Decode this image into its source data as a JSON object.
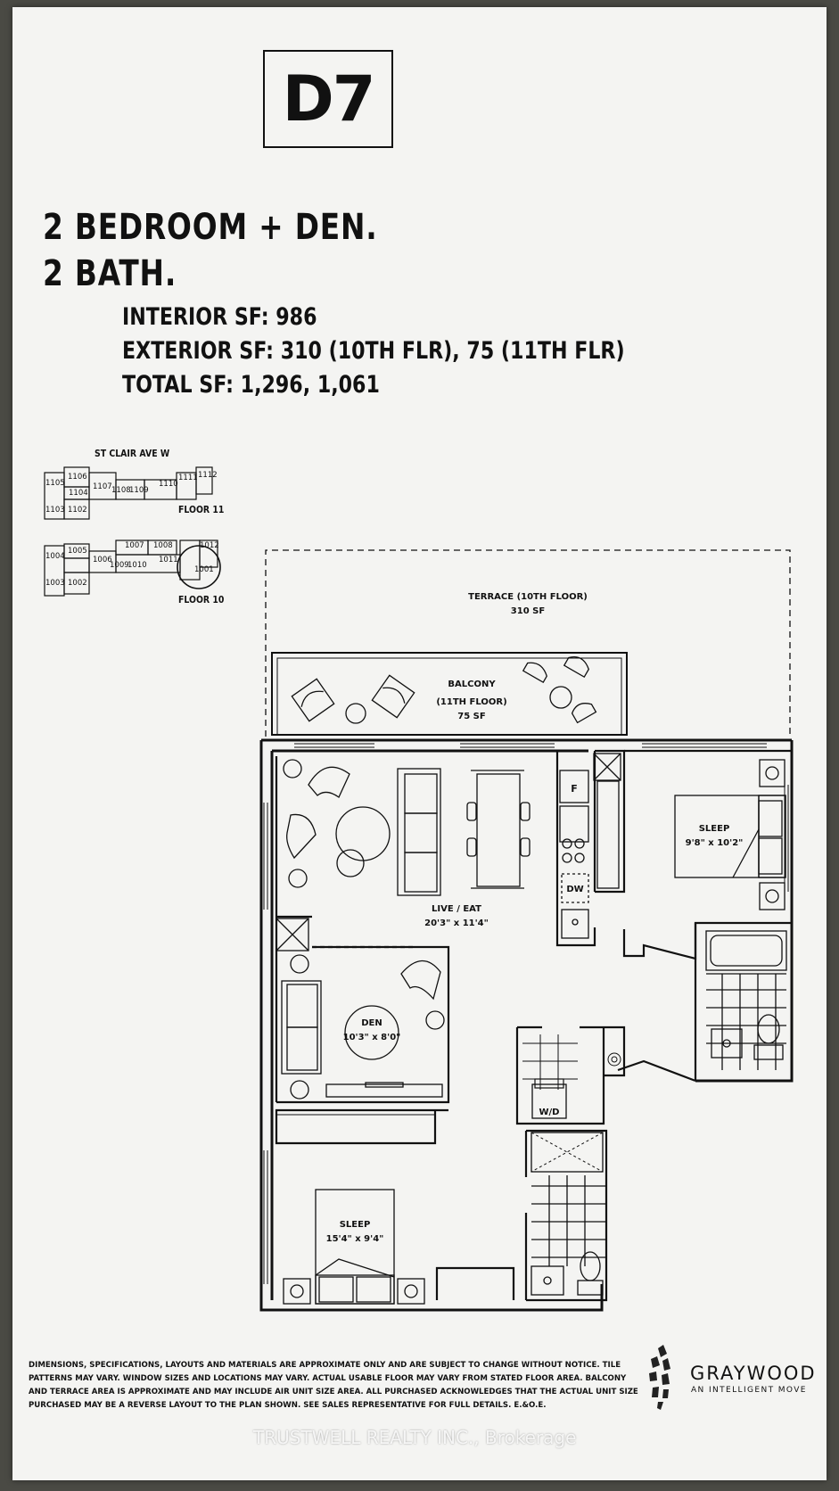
{
  "unit": "D7",
  "headline": {
    "line1": "2 BEDROOM + DEN.",
    "line2": "2 BATH."
  },
  "stats": {
    "interior": "INTERIOR SF: 986",
    "exterior": "EXTERIOR SF: 310 (10TH FLR), 75 (11TH FLR)",
    "total": "TOTAL SF: 1,296, 1,061"
  },
  "keyplan": {
    "street": "ST CLAIR AVE W",
    "floor11": "FLOOR 11",
    "floor10": "FLOOR 10",
    "floor11_units": [
      "1105",
      "1106",
      "1104",
      "1107",
      "1108",
      "1109",
      "1110",
      "1111",
      "1112",
      "1103",
      "1102"
    ],
    "floor10_units": [
      "1004",
      "1005",
      "1006",
      "1007",
      "1008",
      "1009",
      "1010",
      "1011",
      "1012",
      "1003",
      "1002",
      "1001"
    ]
  },
  "rooms": {
    "terrace": "TERRACE (10TH FLOOR)",
    "terrace_sf": "310 SF",
    "balcony": "BALCONY",
    "balcony_floor": "(11TH FLOOR)",
    "balcony_sf": "75 SF",
    "live_eat": "LIVE / EAT",
    "live_eat_dim": "20'3\" x 11'4\"",
    "sleep1": "SLEEP",
    "sleep1_dim": "9'8\" x 10'2\"",
    "den": "DEN",
    "den_dim": "10'3\" x 8'0\"",
    "sleep2": "SLEEP",
    "sleep2_dim": "15'4\" x 9'4\"",
    "fridge": "F",
    "dishwasher": "DW",
    "washer_dryer": "W/D"
  },
  "disclaimer": "Dimensions, specifications, layouts and materials are approximate only and are subject to change without notice. Tile patterns may vary. Window sizes and locations may vary. Actual usable floor may vary from stated floor area. Balcony and terrace area is approximate and may include air unit size area. All purchased acknowledges that the actual unit size purchased may be a reverse layout to the plan shown. See sales representative for full details. E.&O.E.",
  "brand": {
    "name": "GRAYWOOD",
    "tagline": "AN INTELLIGENT MOVE"
  },
  "watermark": "TRUSTWELL REALTY INC., Brokerage",
  "colors": {
    "paper": "#f4f4f2",
    "ink": "#111111",
    "background": "#4a4a44"
  }
}
